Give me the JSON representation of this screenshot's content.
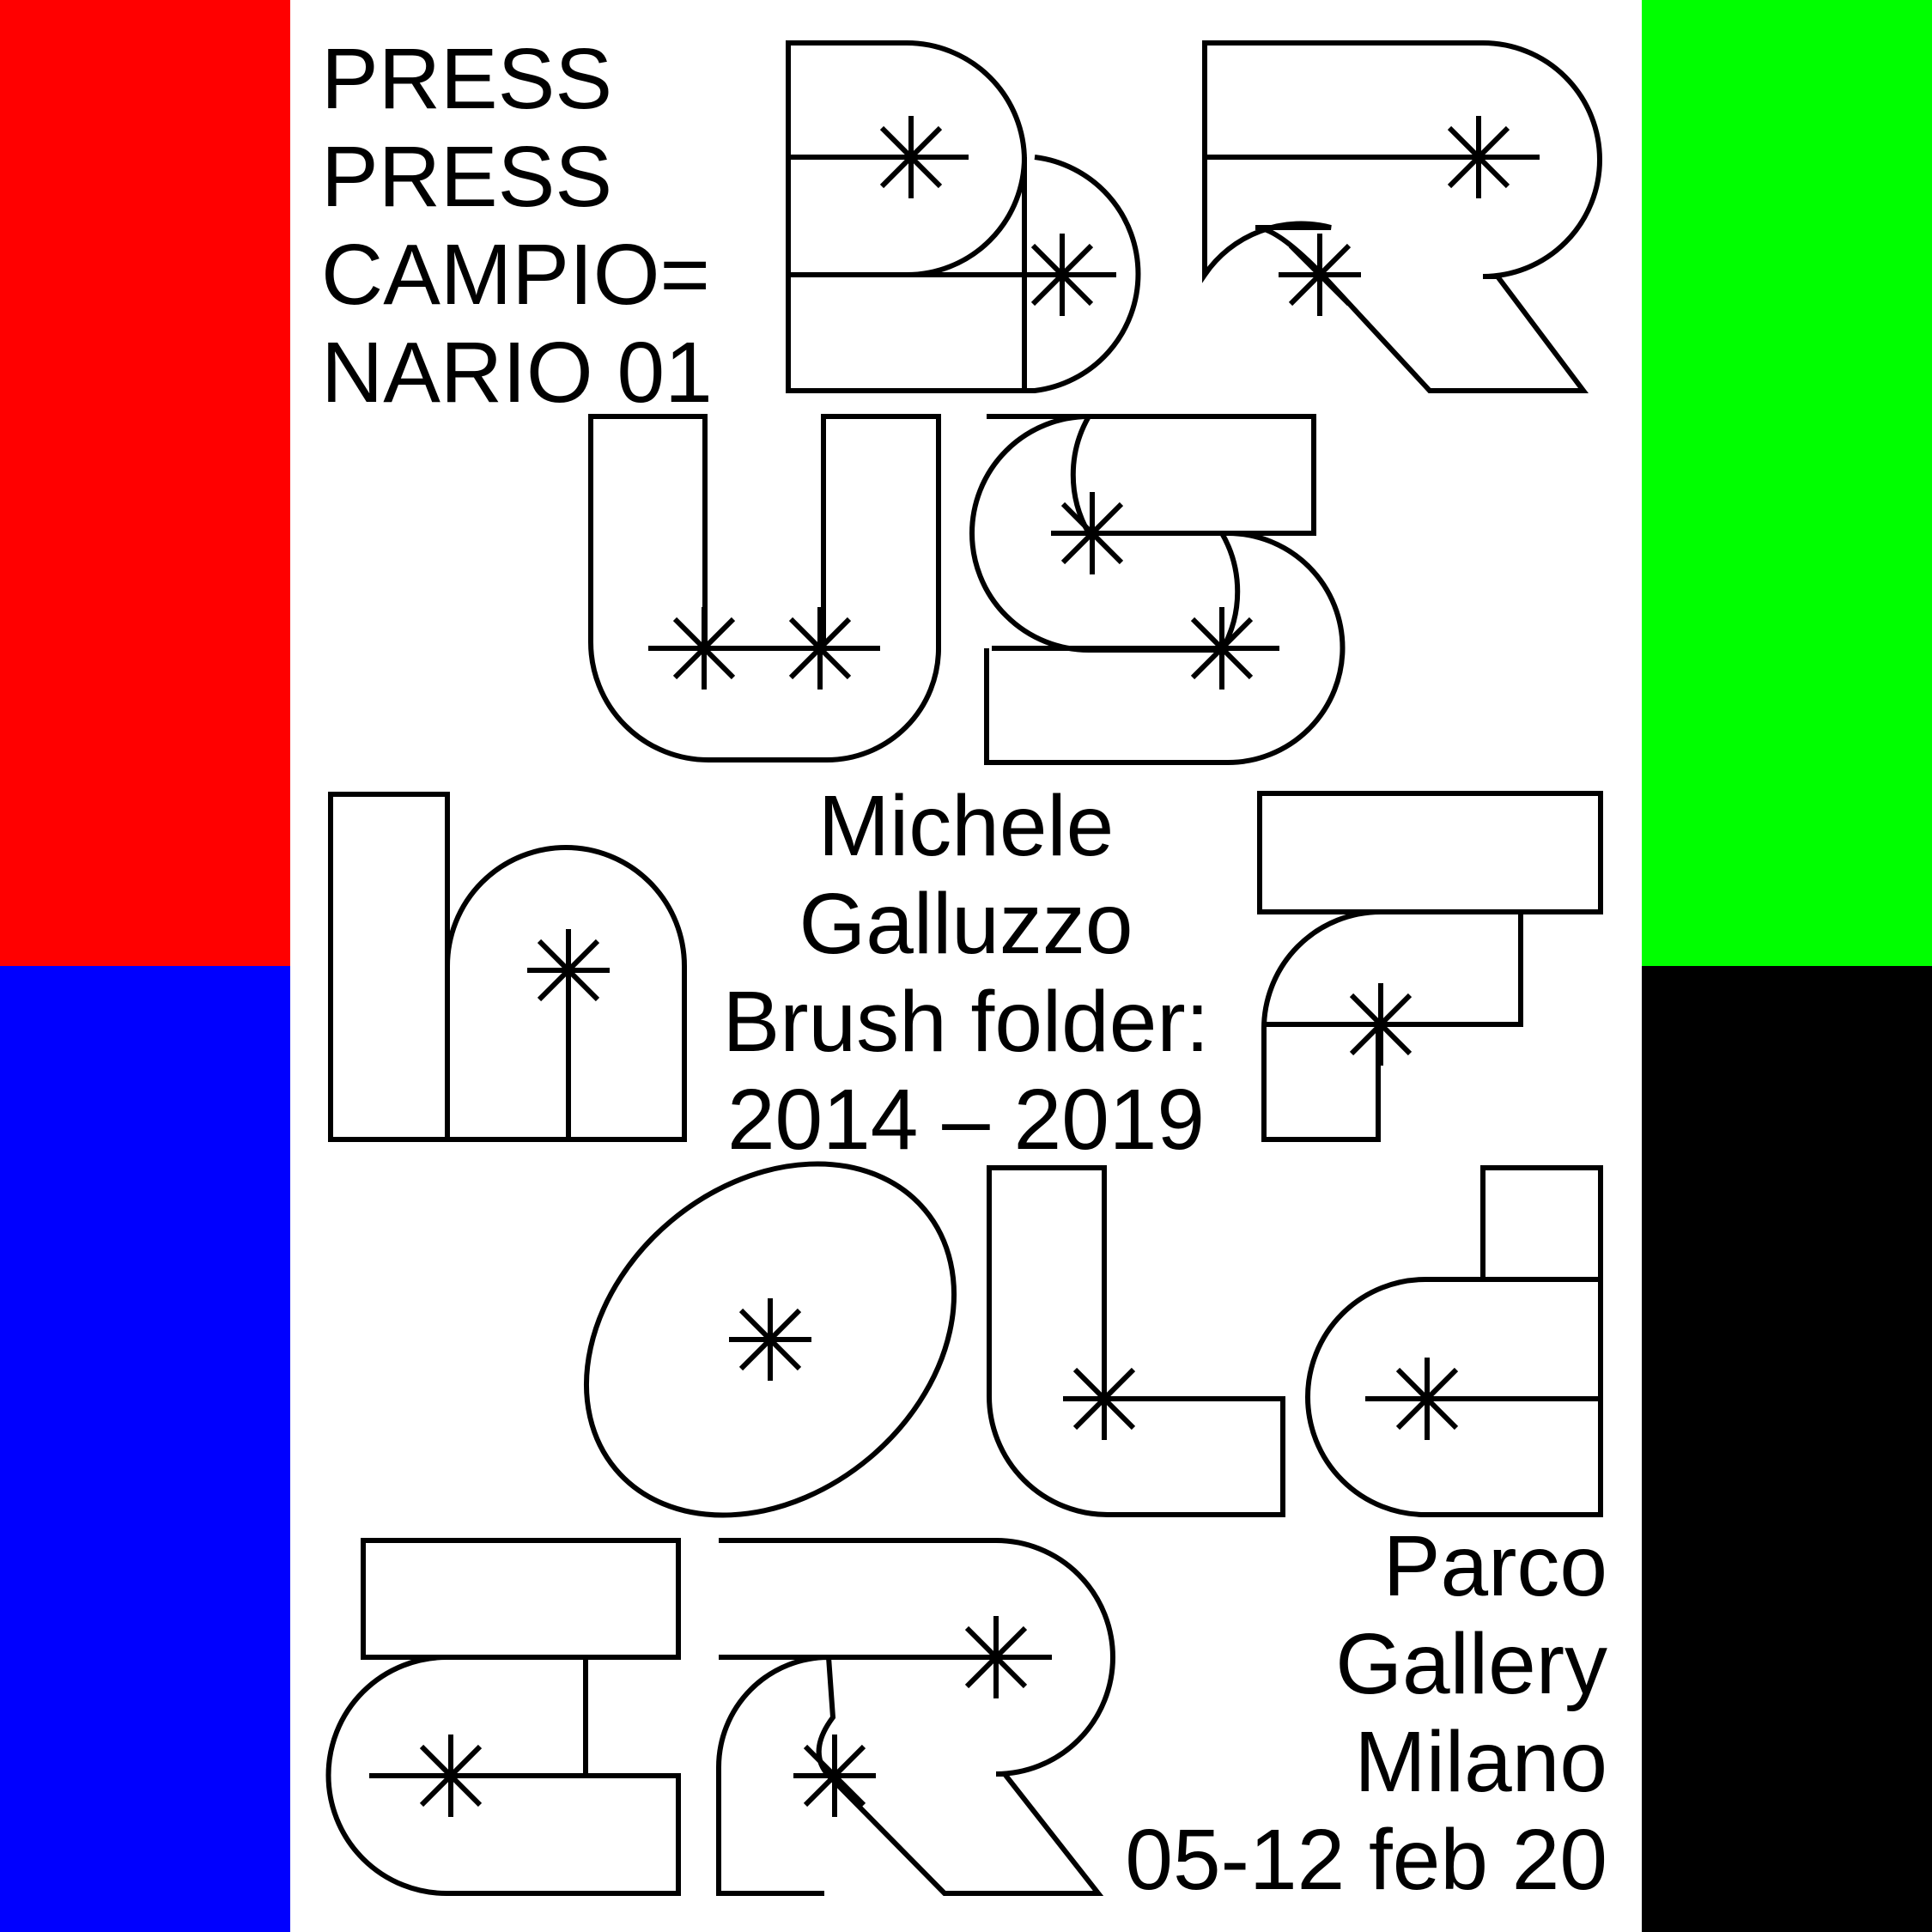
{
  "colors": {
    "top_left": "#ff0000",
    "top_right": "#00ff00",
    "bottom_left": "#0000ff",
    "bottom_right": "#000000",
    "paper": "#ffffff",
    "ink": "#000000"
  },
  "header": {
    "lines": [
      "PRESS",
      "PRESS",
      "CAMPIO=",
      "NARIO 01"
    ]
  },
  "artist": {
    "lines": [
      "Michele",
      "Galluzzo",
      "Brush folder:",
      "2014 – 2019"
    ]
  },
  "venue": {
    "lines": [
      "Parco",
      "Gallery",
      "Milano",
      "05-12 feb 20"
    ]
  },
  "lettering": {
    "icons": [
      "letter-b-icon",
      "letter-r-icon",
      "letter-u-icon",
      "letter-s-icon",
      "letter-h-icon",
      "letter-f-icon",
      "letter-o-icon",
      "letter-l-icon",
      "letter-d-icon",
      "letter-e-icon",
      "letter-r-icon",
      "asterisk-icon"
    ]
  }
}
